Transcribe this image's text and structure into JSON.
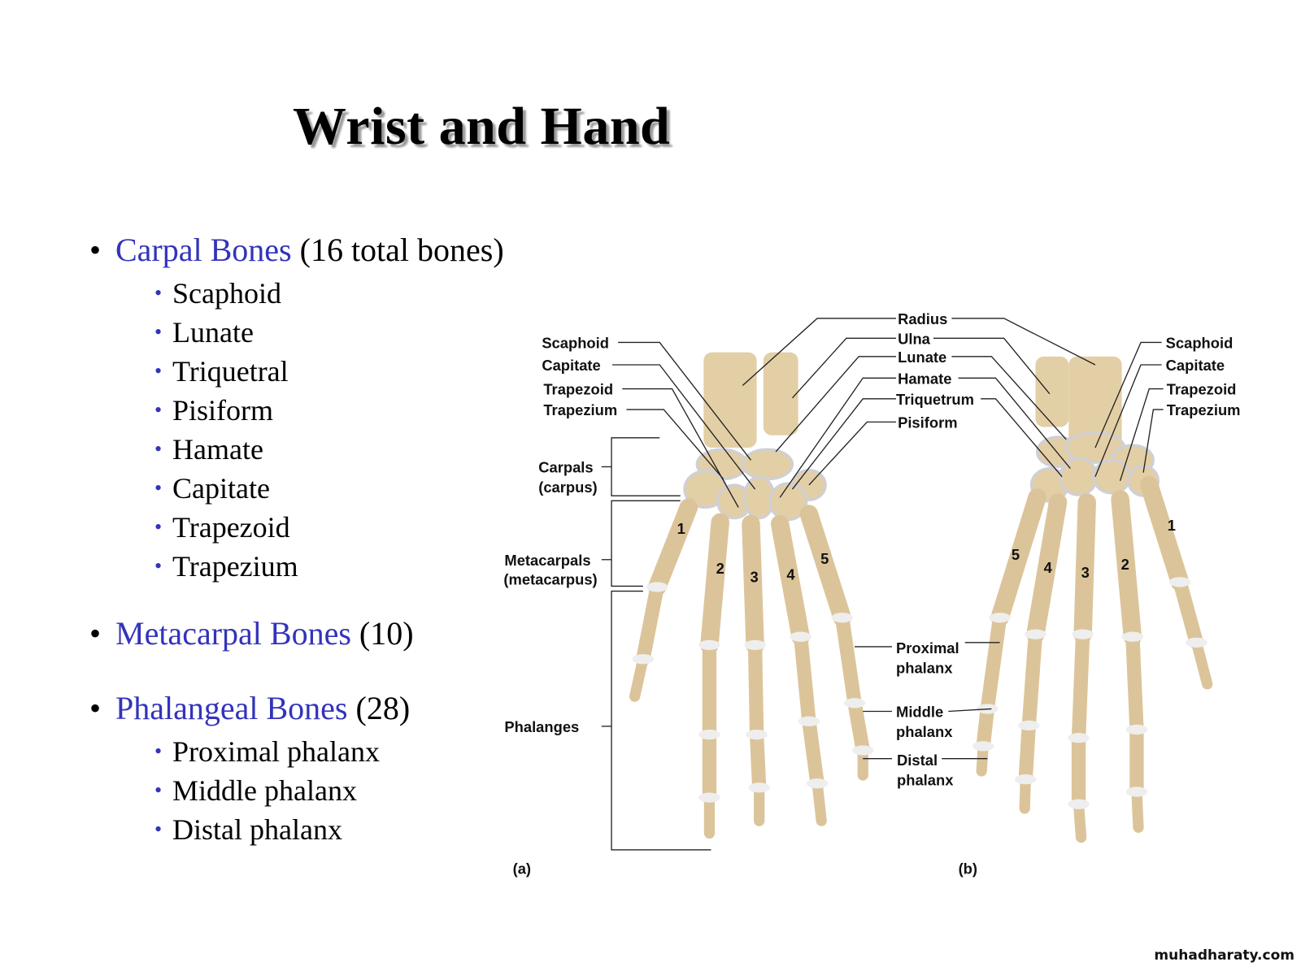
{
  "title": "Wrist and Hand",
  "bullets": {
    "carpal": {
      "label": "Carpal Bones",
      "note": "(16 total bones)",
      "items": [
        "Scaphoid",
        "Lunate",
        "Triquetral",
        "Pisiform",
        "Hamate",
        "Capitate",
        "Trapezoid",
        "Trapezium"
      ]
    },
    "metacarpal": {
      "label": "Metacarpal Bones",
      "note": "(10)"
    },
    "phalangeal": {
      "label": "Phalangeal Bones",
      "note": "(28)",
      "items": [
        "Proximal phalanx",
        "Middle phalanx",
        "Distal phalanx"
      ]
    }
  },
  "diagram": {
    "left_labels": [
      "Scaphoid",
      "Capitate",
      "Trapezoid",
      "Trapezium"
    ],
    "center_labels": [
      "Radius",
      "Ulna",
      "Lunate",
      "Hamate",
      "Triquetrum",
      "Pisiform"
    ],
    "right_labels": [
      "Scaphoid",
      "Capitate",
      "Trapezoid",
      "Trapezium"
    ],
    "groups": {
      "carpals": "Carpals",
      "carpals_sub": "(carpus)",
      "metacarpals": "Metacarpals",
      "metacarpals_sub": "(metacarpus)",
      "phalanges": "Phalanges"
    },
    "phalanx_labels": {
      "proximal": "Proximal",
      "middle": "Middle",
      "distal": "Distal",
      "sub": "phalanx"
    },
    "digits": [
      "1",
      "2",
      "3",
      "4",
      "5"
    ],
    "panel_a": "(a)",
    "panel_b": "(b)",
    "colors": {
      "bone": "#e3cfa6",
      "joint": "#eeeeee",
      "accent": "#3333bb"
    }
  },
  "watermark": "muhadharaty.com"
}
